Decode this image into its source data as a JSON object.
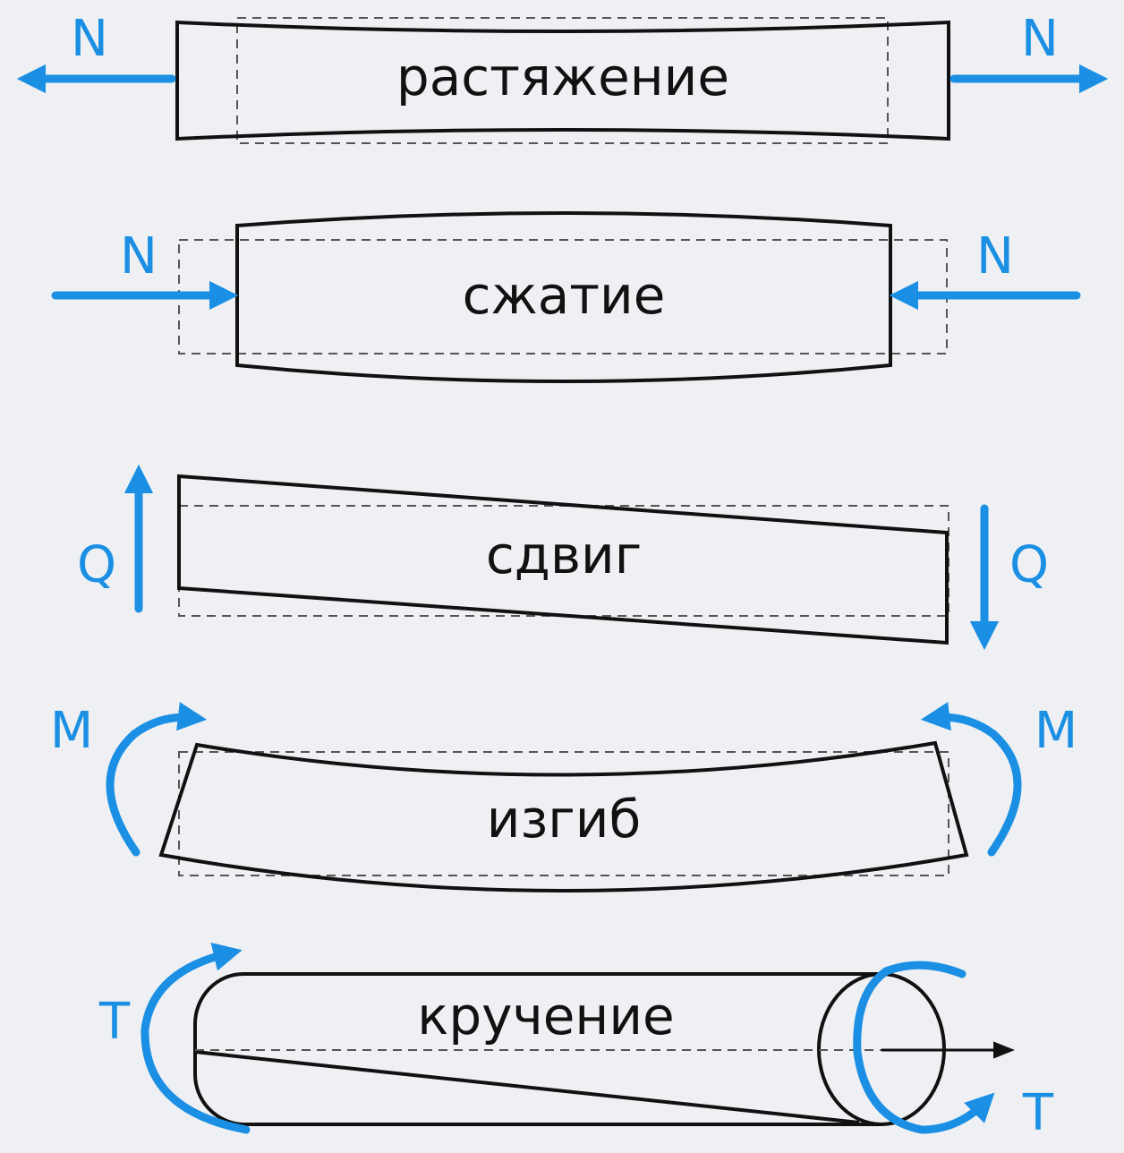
{
  "colors": {
    "force": "#1a8fe3",
    "outline": "#111111",
    "background": "#eef0f3"
  },
  "panels": {
    "tension": {
      "label": "растяжение",
      "force_symbol": "N"
    },
    "compression": {
      "label": "сжатие",
      "force_symbol": "N"
    },
    "shear": {
      "label": "сдвиг",
      "force_symbol": "Q"
    },
    "bending": {
      "label": "изгиб",
      "force_symbol": "M"
    },
    "torsion": {
      "label": "кручение",
      "force_symbol": "T"
    }
  }
}
